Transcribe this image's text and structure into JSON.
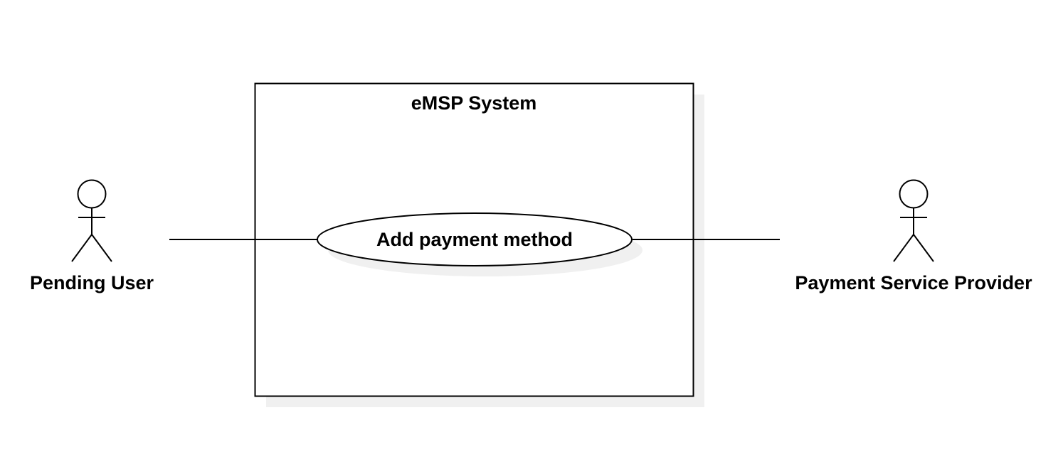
{
  "diagram": {
    "type": "use-case",
    "system": {
      "title": "eMSP System"
    },
    "use_cases": [
      {
        "label": "Add payment method"
      }
    ],
    "actors": [
      {
        "name": "Pending User"
      },
      {
        "name": "Payment Service Provider"
      }
    ],
    "associations": [
      {
        "from": "Pending User",
        "to": "Add payment method"
      },
      {
        "from": "Add payment method",
        "to": "Payment Service Provider"
      }
    ],
    "colors": {
      "stroke": "#000000",
      "fill": "#ffffff",
      "shadow": "#f0f0f0"
    }
  }
}
